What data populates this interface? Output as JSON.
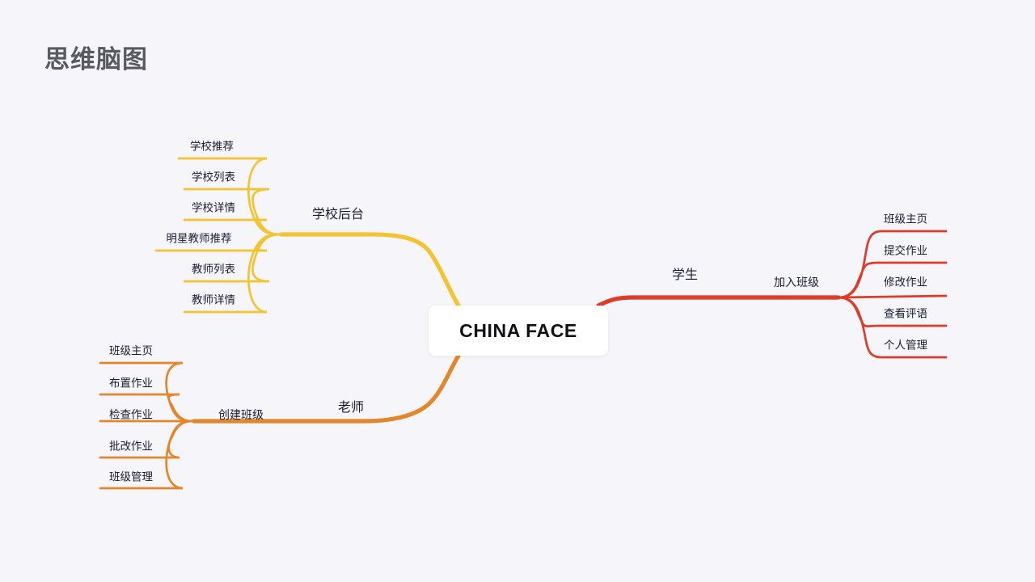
{
  "page": {
    "title": "思维脑图",
    "background_color": "#f5f5fa",
    "title_color": "#595960"
  },
  "chart_data": {
    "type": "diagram",
    "diagram_type": "mind-map",
    "root": "CHINA FACE",
    "branches": [
      {
        "label": "学校后台",
        "color": "#f4c430",
        "side": "left-top",
        "children": [
          "学校推荐",
          "学校列表",
          "学校详情",
          "明星教师推荐",
          "教师列表",
          "教师详情"
        ]
      },
      {
        "label": "老师",
        "color": "#e2872b",
        "side": "left-bottom",
        "mid": "创建班级",
        "children": [
          "班级主页",
          "布置作业",
          "检查作业",
          "批改作业",
          "班级管理"
        ]
      },
      {
        "label": "学生",
        "color": "#de3b28",
        "side": "right",
        "mid": "加入班级",
        "children": [
          "班级主页",
          "提交作业",
          "修改作业",
          "查看评语",
          "个人管理"
        ]
      }
    ]
  },
  "center": {
    "label": "CHINA FACE"
  },
  "school": {
    "label": "学校后台",
    "color": "#f4c430",
    "leaves": [
      {
        "label": "学校推荐"
      },
      {
        "label": "学校列表"
      },
      {
        "label": "学校详情"
      },
      {
        "label": "明星教师推荐"
      },
      {
        "label": "教师列表"
      },
      {
        "label": "教师详情"
      }
    ]
  },
  "teacher": {
    "label": "老师",
    "mid_label": "创建班级",
    "color": "#e2872b",
    "leaves": [
      {
        "label": "班级主页"
      },
      {
        "label": "布置作业"
      },
      {
        "label": "检查作业"
      },
      {
        "label": "批改作业"
      },
      {
        "label": "班级管理"
      }
    ]
  },
  "student": {
    "label": "学生",
    "mid_label": "加入班级",
    "color": "#de3b28",
    "leaves": [
      {
        "label": "班级主页"
      },
      {
        "label": "提交作业"
      },
      {
        "label": "修改作业"
      },
      {
        "label": "查看评语"
      },
      {
        "label": "个人管理"
      }
    ]
  }
}
